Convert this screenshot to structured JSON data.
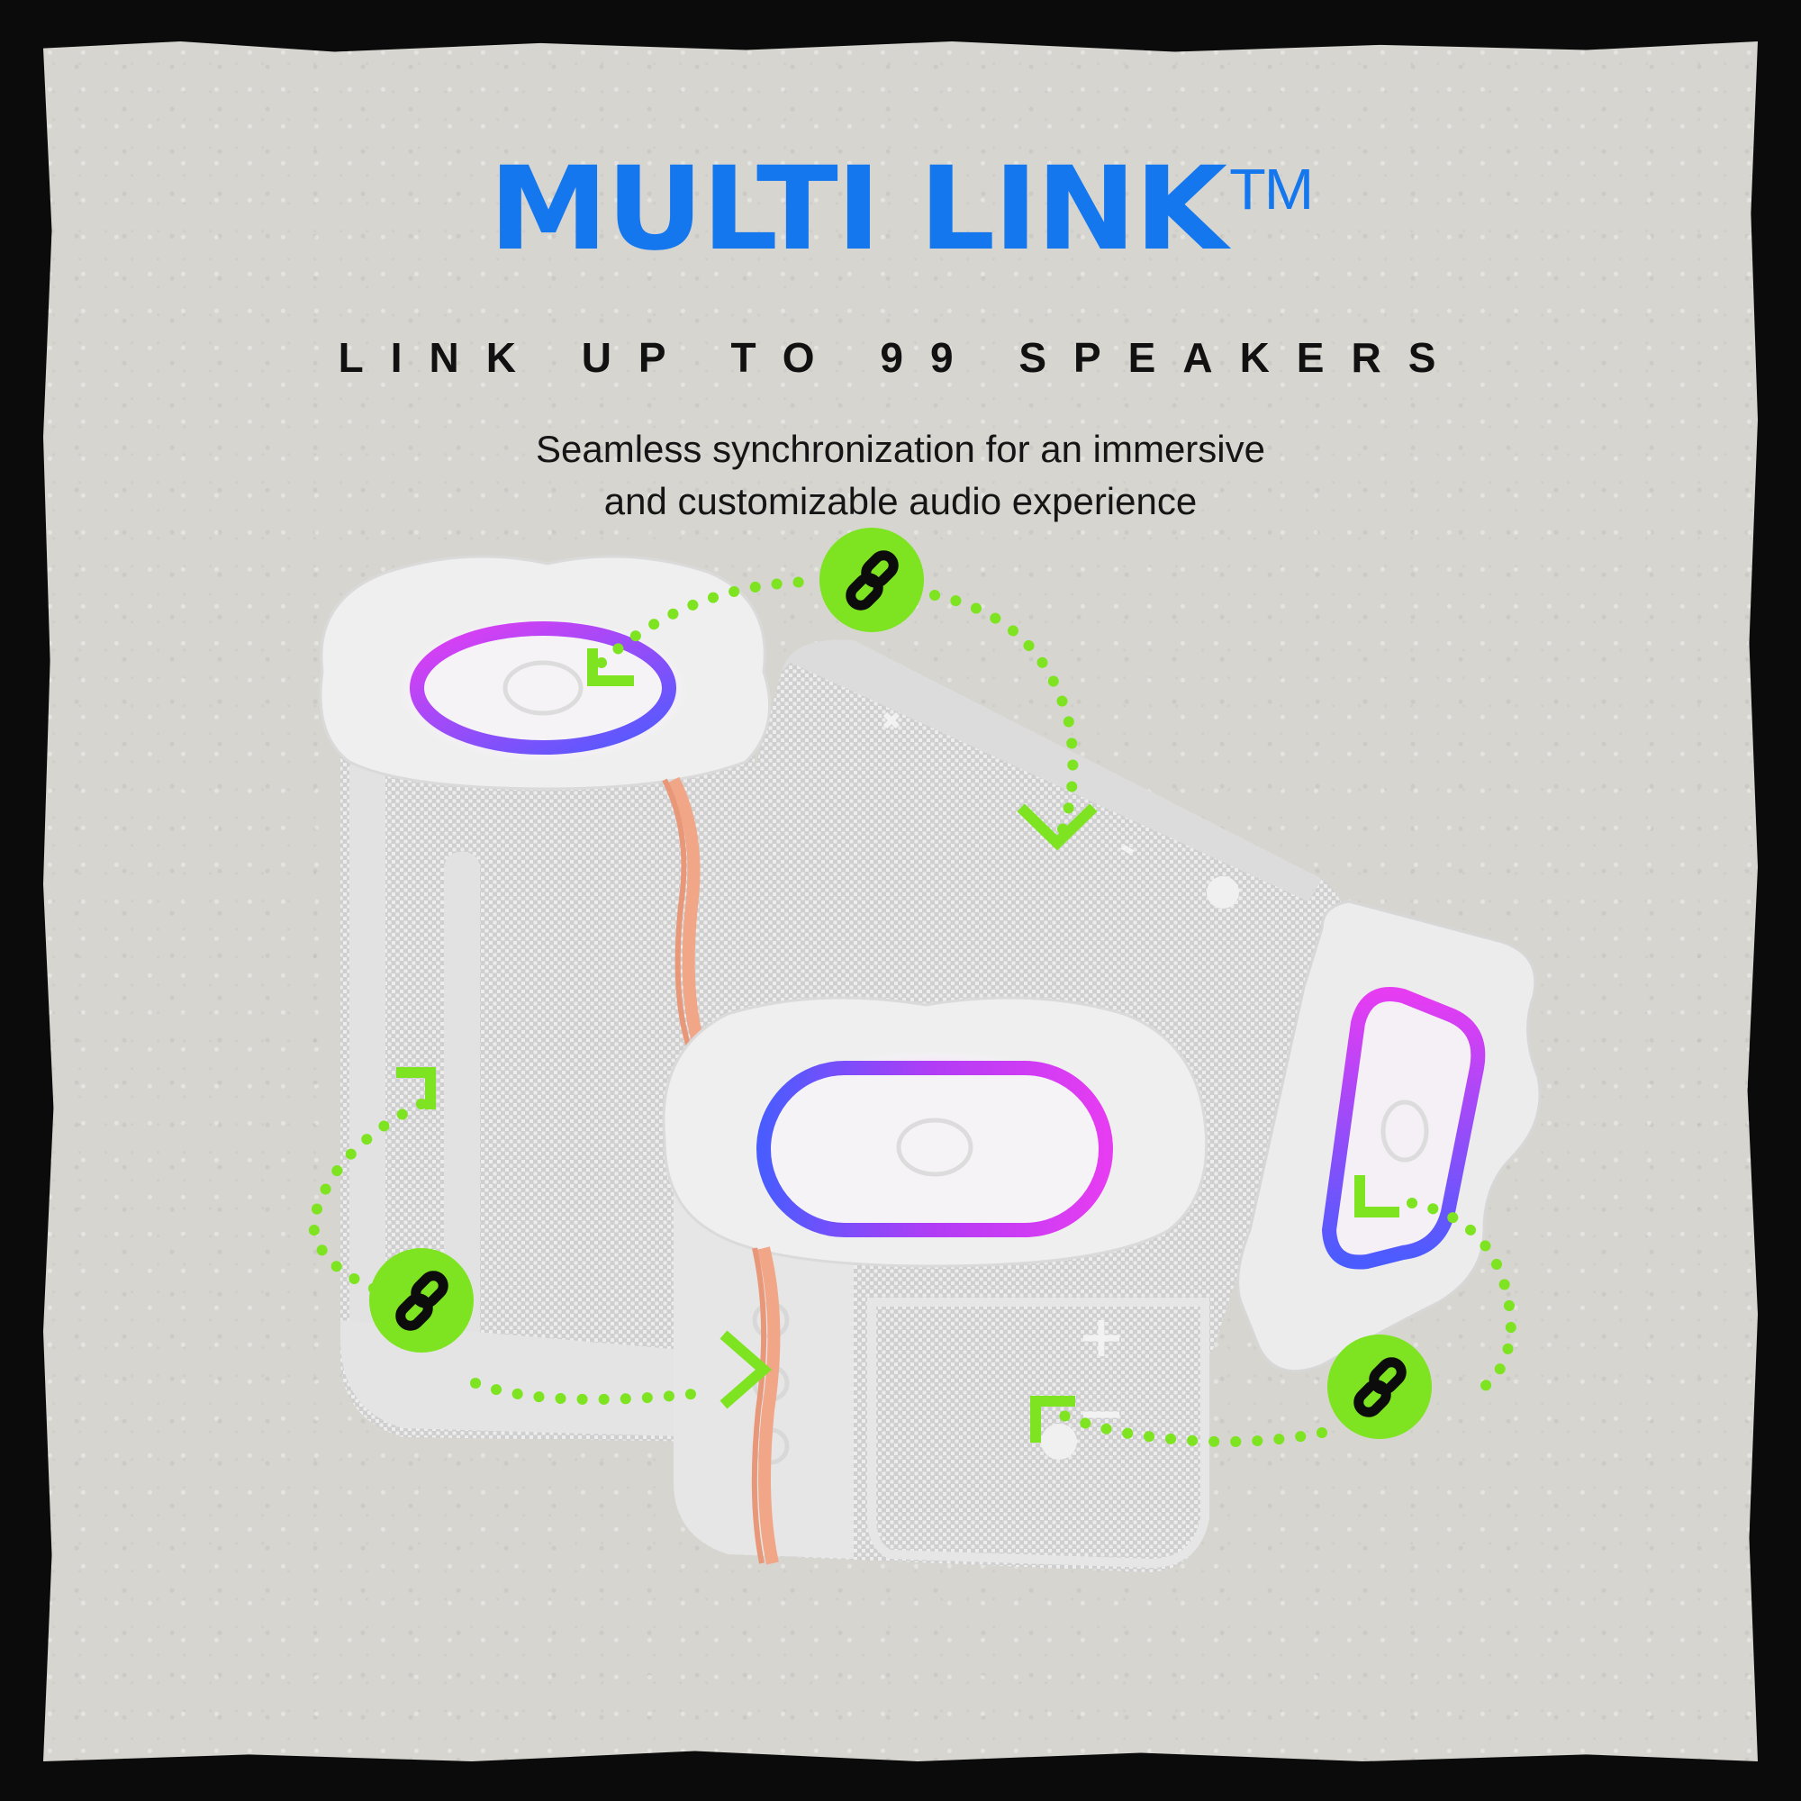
{
  "headline": {
    "title": "MULTI LINK",
    "trademark": "TM",
    "subtitle": "LINK UP TO 99 SPEAKERS"
  },
  "tagline": {
    "line1": "Seamless synchronization for an immersive",
    "line2": "and customizable audio experience"
  },
  "colors": {
    "headline": "#1477ee",
    "link_accent": "#7ee321",
    "frame": "#0b0b0b",
    "panel": "#d6d5d0",
    "speaker_body": "#e7e7e7",
    "led_magenta": "#e63cf2",
    "led_blue": "#4a5cff",
    "strap": "#f1a687"
  },
  "icons": {
    "link_badges": [
      "link-icon",
      "link-icon",
      "link-icon"
    ],
    "brand_logo": "skull-logo-icon"
  }
}
